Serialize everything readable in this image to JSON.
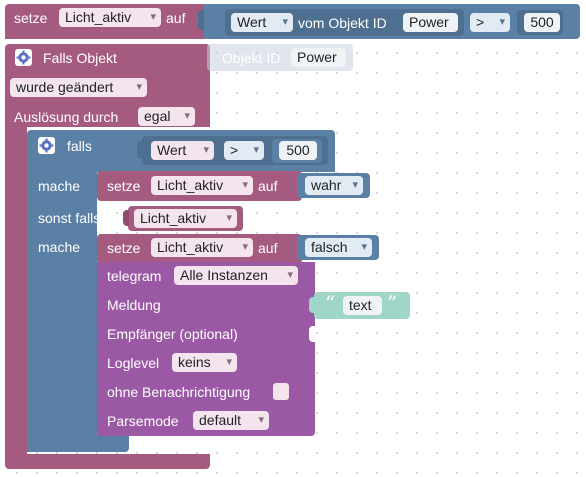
{
  "top": {
    "setze": "setze",
    "variable": "Licht_aktiv",
    "auf": "auf",
    "wert": "Wert",
    "vom_objekt": "vom Objekt ID",
    "objekt": "Power",
    "operator": ">",
    "value": "500"
  },
  "trigger": {
    "falls_objekt": "Falls Objekt",
    "objekt_id_label": "Objekt ID",
    "objekt_id": "Power",
    "condition": "wurde geändert",
    "ausloesung": "Auslösung durch",
    "ausloesung_value": "egal"
  },
  "ifblock": {
    "falls": "falls",
    "wert": "Wert",
    "operator": ">",
    "value": "500",
    "mache1": "mache",
    "sonst_falls": "sonst falls",
    "mache2": "mache"
  },
  "set_true": {
    "setze": "setze",
    "variable": "Licht_aktiv",
    "auf": "auf",
    "value": "wahr"
  },
  "else_cond": {
    "variable": "Licht_aktiv"
  },
  "set_false": {
    "setze": "setze",
    "variable": "Licht_aktiv",
    "auf": "auf",
    "value": "falsch"
  },
  "telegram": {
    "label": "telegram",
    "instance": "Alle Instanzen",
    "meldung": "Meldung",
    "text_open": "“",
    "text": "text",
    "text_close": "”",
    "empfaenger": "Empfänger (optional)",
    "loglevel": "Loglevel",
    "loglevel_value": "keins",
    "ohne": "ohne Benachrichtigung",
    "parsemode": "Parsemode",
    "parsemode_value": "default"
  },
  "colors": {
    "variables": "#a55b80",
    "logic": "#5b80a5",
    "telegram": "#9b58a5",
    "text": "#9fd6c7"
  }
}
